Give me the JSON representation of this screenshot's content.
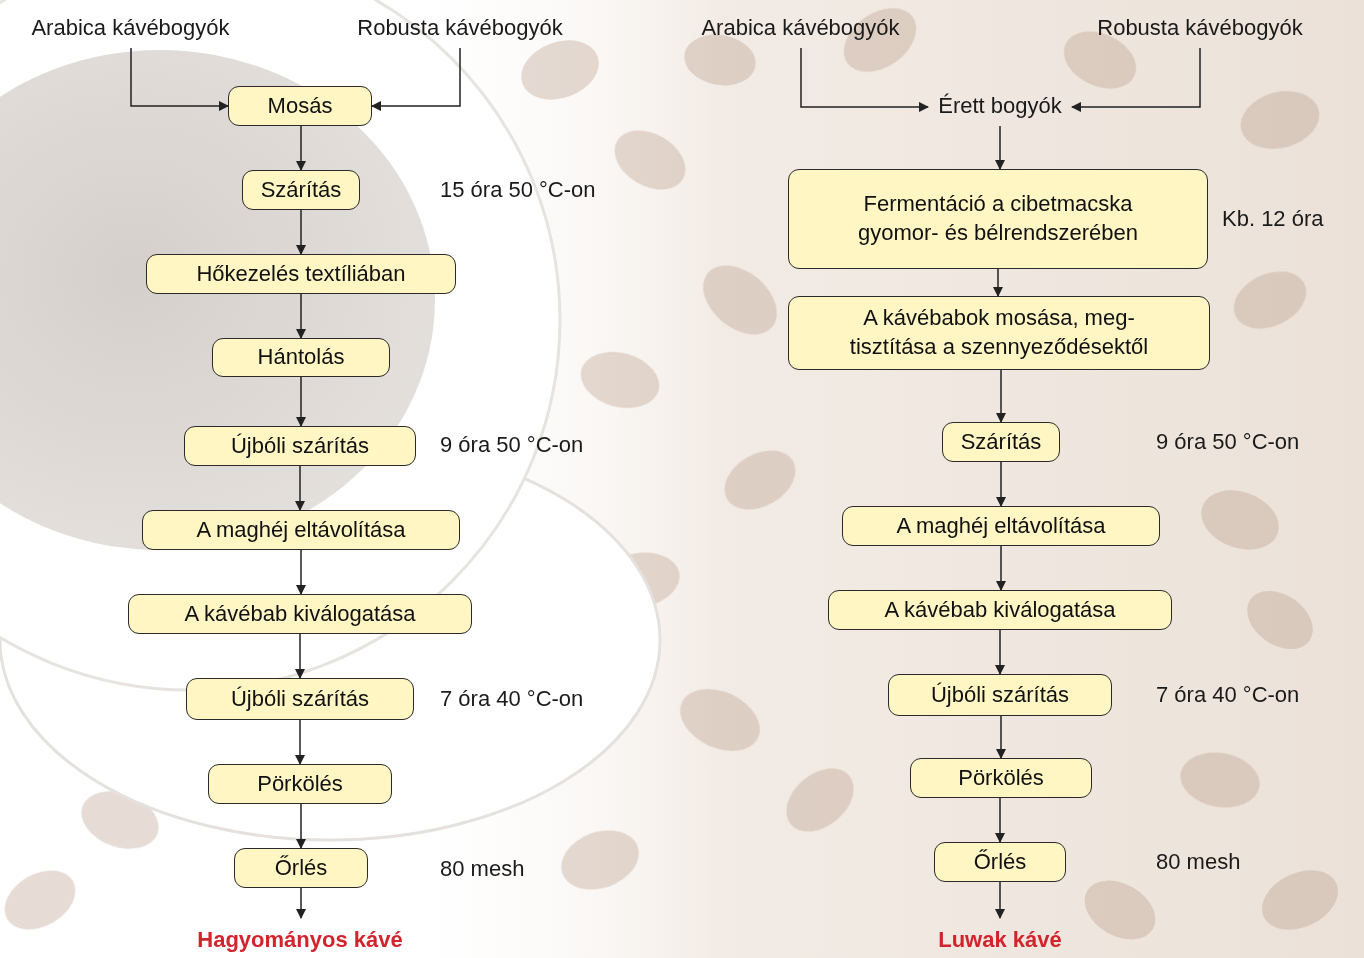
{
  "diagram": {
    "nodes": [
      {
        "text": [
          "Arabica kávébogyók"
        ]
      },
      {
        "text": [
          "Robusta kávébogyók"
        ]
      },
      {
        "text": [
          "Mosás"
        ]
      },
      {
        "text": [
          "Szárítás"
        ]
      },
      {
        "text": [
          "Hőkezelés textíliában"
        ]
      },
      {
        "text": [
          "Hántolás"
        ]
      },
      {
        "text": [
          "Újbóli szárítás"
        ]
      },
      {
        "text": [
          "A maghéj eltávolítása"
        ]
      },
      {
        "text": [
          "A kávébab kiválogatása"
        ]
      },
      {
        "text": [
          "Újbóli szárítás"
        ]
      },
      {
        "text": [
          "Pörkölés"
        ]
      },
      {
        "text": [
          "Őrlés"
        ]
      },
      {
        "text": [
          "Hagyományos kávé"
        ]
      },
      {
        "text": [
          "Arabica kávébogyók"
        ]
      },
      {
        "text": [
          "Robusta kávébogyók"
        ]
      },
      {
        "text": [
          "Érett bogyók"
        ]
      },
      {
        "text": [
          "Fermentáció a cibetmacska gyomor- és bélrendszerében"
        ]
      },
      {
        "text": [
          "A kávébabok mosása, meg- tisztítása a szennyeződésektől"
        ]
      },
      {
        "text": [
          "Szárítás"
        ]
      },
      {
        "text": [
          "A maghéj eltávolítása"
        ]
      },
      {
        "text": [
          "A kávébab kiválogatása"
        ]
      },
      {
        "text": [
          "Újbóli szárítás"
        ]
      },
      {
        "text": [
          "Pörkölés"
        ]
      },
      {
        "text": [
          "Őrlés"
        ]
      },
      {
        "text": [
          "Luwak kávé"
        ]
      }
    ],
    "edges": [
      {
        "from": 0,
        "to": 2,
        "arrow": "to"
      },
      {
        "from": 1,
        "to": 2,
        "arrow": "to"
      },
      {
        "from": 2,
        "to": 3,
        "arrow": "to"
      },
      {
        "from": 3,
        "to": 4,
        "arrow": "to"
      },
      {
        "from": 4,
        "to": 5,
        "arrow": "to"
      },
      {
        "from": 5,
        "to": 6,
        "arrow": "to"
      },
      {
        "from": 6,
        "to": 7,
        "arrow": "to"
      },
      {
        "from": 7,
        "to": 8,
        "arrow": "to"
      },
      {
        "from": 8,
        "to": 9,
        "arrow": "to"
      },
      {
        "from": 9,
        "to": 10,
        "arrow": "to"
      },
      {
        "from": 10,
        "to": 11,
        "arrow": "to"
      },
      {
        "from": 11,
        "to": 12,
        "arrow": "to"
      },
      {
        "from": 13,
        "to": 15,
        "arrow": "to"
      },
      {
        "from": 14,
        "to": 15,
        "arrow": "to"
      },
      {
        "from": 15,
        "to": 16,
        "arrow": "to"
      },
      {
        "from": 16,
        "to": 17,
        "arrow": "to"
      },
      {
        "from": 17,
        "to": 18,
        "arrow": "to"
      },
      {
        "from": 18,
        "to": 19,
        "arrow": "to"
      },
      {
        "from": 19,
        "to": 20,
        "arrow": "to"
      },
      {
        "from": 20,
        "to": 21,
        "arrow": "to"
      },
      {
        "from": 21,
        "to": 22,
        "arrow": "to"
      },
      {
        "from": 22,
        "to": 23,
        "arrow": "to"
      },
      {
        "from": 23,
        "to": 24,
        "arrow": "to"
      }
    ],
    "labels": [
      "15 óra 50 °C-on",
      "9 óra 50 °C-on",
      "7 óra 40 °C-on",
      "80 mesh",
      "Kb. 12 óra",
      "9 óra 50 °C-on",
      "7 óra 40 °C-on",
      "80 mesh"
    ]
  }
}
